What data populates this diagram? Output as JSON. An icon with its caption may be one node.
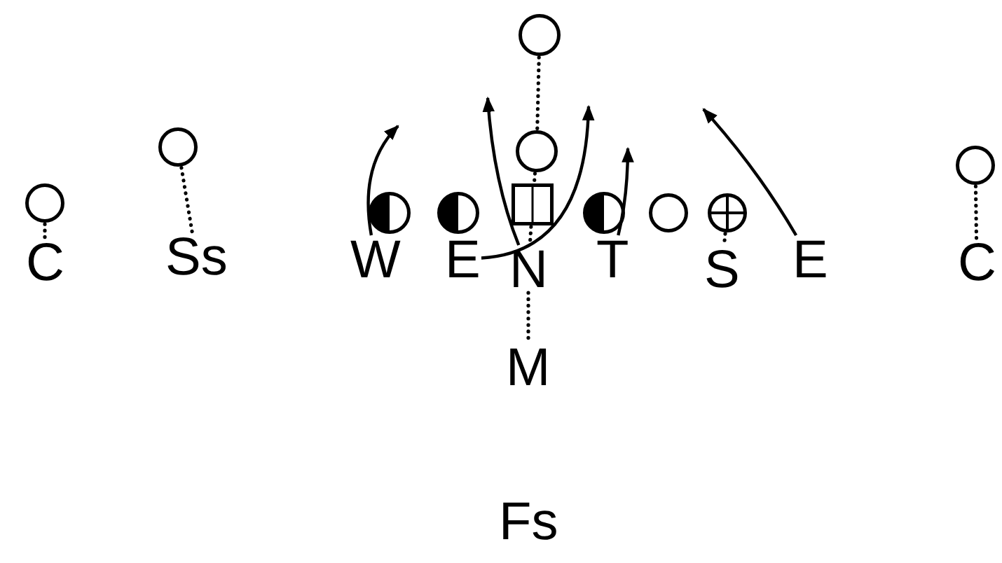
{
  "diagram": {
    "nodes": [
      {
        "text": [],
        "shape": "circle"
      },
      {
        "text": [],
        "shape": "circle"
      },
      {
        "text": [],
        "shape": "circle"
      },
      {
        "text": [],
        "shape": "circle"
      },
      {
        "text": [],
        "shape": "circle"
      },
      {
        "text": [],
        "shape": "circle"
      },
      {
        "text": [],
        "shape": "circle"
      },
      {
        "text": [],
        "shape": "box"
      },
      {
        "text": [],
        "shape": "circle"
      },
      {
        "text": [],
        "shape": "circle"
      },
      {
        "text": [],
        "shape": "circle"
      },
      {
        "text": [
          "C"
        ]
      },
      {
        "text": [
          "Ss"
        ]
      },
      {
        "text": [
          "W"
        ]
      },
      {
        "text": [
          "E"
        ]
      },
      {
        "text": [
          "N"
        ]
      },
      {
        "text": [
          "T"
        ]
      },
      {
        "text": [
          "S"
        ]
      },
      {
        "text": [
          "E"
        ]
      },
      {
        "text": [
          "C"
        ]
      },
      {
        "text": [
          "M"
        ]
      },
      {
        "text": [
          "Fs"
        ]
      }
    ],
    "edges": [
      {
        "from": 0,
        "to": 2,
        "arrow": "none",
        "style": "dashed"
      },
      {
        "from": 2,
        "to": 7,
        "arrow": "none",
        "style": "dashed"
      },
      {
        "from": 7,
        "to": 15,
        "arrow": "none",
        "style": "dashed"
      },
      {
        "from": 15,
        "to": 20,
        "arrow": "none",
        "style": "dashed"
      },
      {
        "from": 1,
        "to": 12,
        "arrow": "none",
        "style": "dashed"
      },
      {
        "from": 4,
        "to": 11,
        "arrow": "none",
        "style": "dashed"
      },
      {
        "from": 10,
        "to": 17,
        "arrow": "none",
        "style": "dashed"
      },
      {
        "from": 3,
        "to": 19,
        "arrow": "none",
        "style": "dashed"
      },
      {
        "from": 13,
        "to": null,
        "arrow": "to"
      },
      {
        "from": 15,
        "to": null,
        "arrow": "to"
      },
      {
        "from": 14,
        "to": null,
        "arrow": "to"
      },
      {
        "from": 16,
        "to": null,
        "arrow": "to"
      },
      {
        "from": 18,
        "to": null,
        "arrow": "to"
      }
    ]
  }
}
